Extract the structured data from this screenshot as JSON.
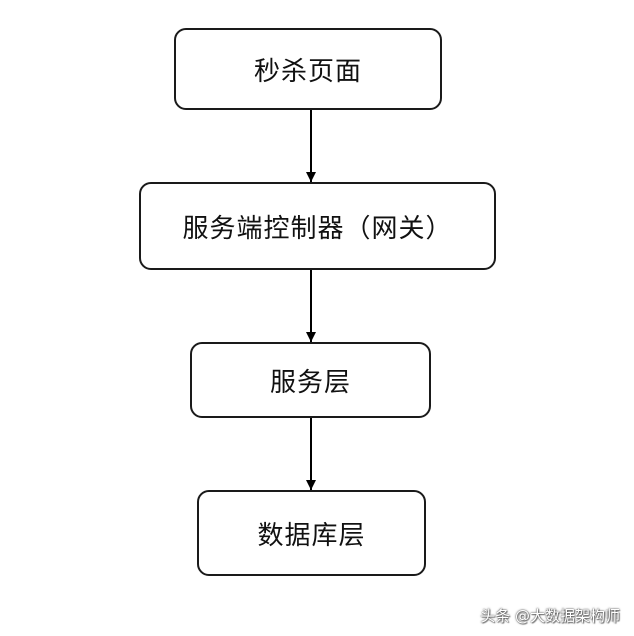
{
  "diagram": {
    "nodes": [
      {
        "label": "秒杀页面"
      },
      {
        "label": "服务端控制器（网关）"
      },
      {
        "label": "服务层"
      },
      {
        "label": "数据库层"
      }
    ]
  },
  "watermark": {
    "text": "头条 @大数据架构师"
  }
}
